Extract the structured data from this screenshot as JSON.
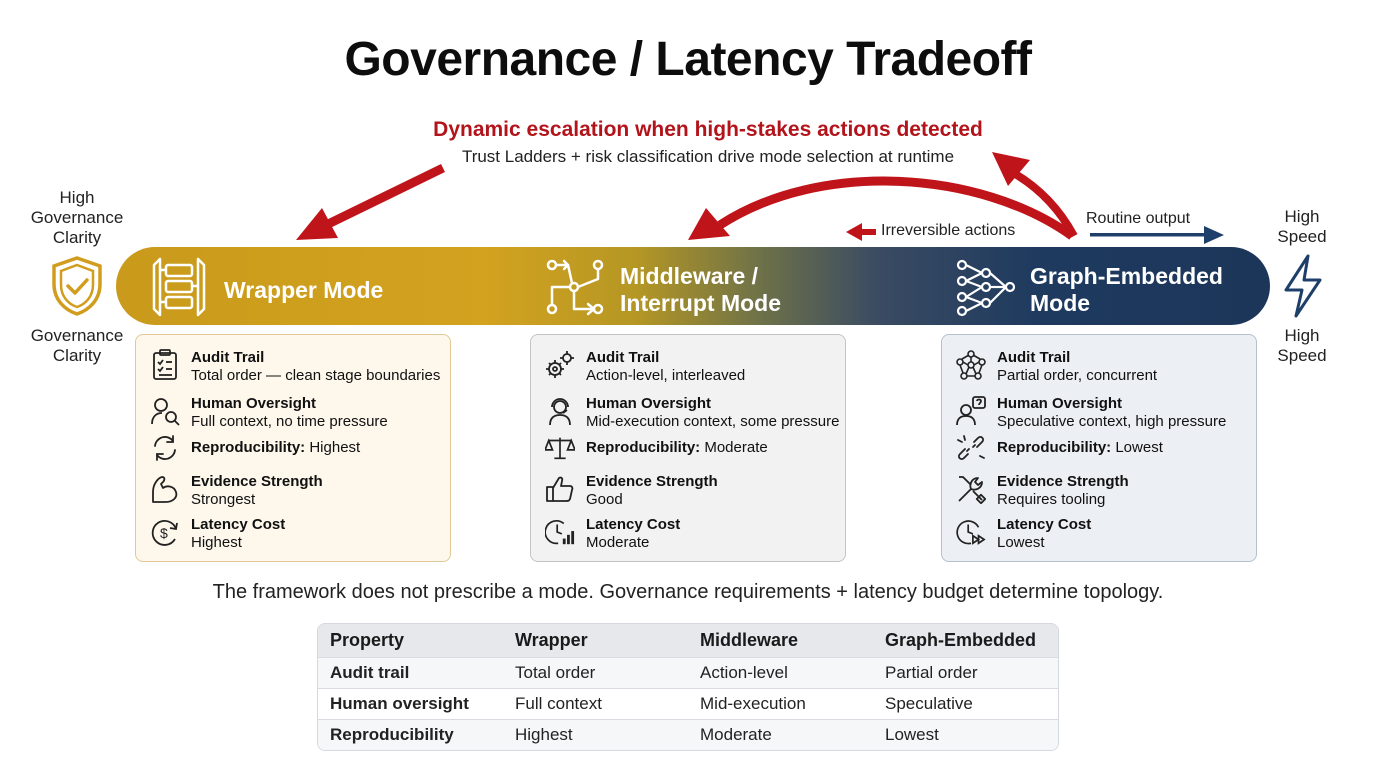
{
  "title": "Governance / Latency Tradeoff",
  "escalation": {
    "title": "Dynamic escalation when high-stakes actions detected",
    "subtitle": "Trust Ladders + risk classification drive mode selection at runtime"
  },
  "left_axis": {
    "top_label": "High Governance Clarity",
    "bottom_label": "Governance Clarity",
    "icon": "shield-check-icon"
  },
  "right_axis": {
    "top_label": "High Speed",
    "bottom_label": "High Speed",
    "icon": "lightning-icon"
  },
  "arrows": {
    "irreversible_label": "Irreversible actions",
    "routine_label": "Routine output",
    "colors": {
      "escalation": "#c0141b",
      "routine": "#1f3f6b"
    }
  },
  "band_colors": {
    "wrapper": "#d3a21f",
    "graph": "#1c3659"
  },
  "modes": [
    {
      "name": "Wrapper Mode",
      "icon": "stacked-stages-icon",
      "card": [
        {
          "label": "Audit Trail",
          "value": "Total order — clean stage boundaries",
          "icon": "checklist-icon"
        },
        {
          "label": "Human Oversight",
          "value": "Full context, no time pressure",
          "icon": "user-search-icon"
        },
        {
          "label": "Reproducibility:",
          "value": "Highest",
          "icon": "refresh-icon"
        },
        {
          "label": "Evidence Strength",
          "value": "Strongest",
          "icon": "flexed-arm-icon"
        },
        {
          "label": "Latency Cost",
          "value": "Highest",
          "icon": "dollar-cycle-icon"
        }
      ]
    },
    {
      "name": "Middleware / Interrupt Mode",
      "name_line1": "Middleware /",
      "name_line2": "Interrupt Mode",
      "icon": "flow-nodes-icon",
      "card": [
        {
          "label": "Audit Trail",
          "value": "Action-level, interleaved",
          "icon": "gears-icon"
        },
        {
          "label": "Human Oversight",
          "value": "Mid-execution context, some pressure",
          "icon": "headset-user-icon"
        },
        {
          "label": "Reproducibility:",
          "value": "Moderate",
          "icon": "scales-icon"
        },
        {
          "label": "Evidence Strength",
          "value": "Good",
          "icon": "thumbs-up-icon"
        },
        {
          "label": "Latency Cost",
          "value": "Moderate",
          "icon": "clock-bars-icon"
        }
      ]
    },
    {
      "name": "Graph-Embedded Mode",
      "name_line1": "Graph-Embedded",
      "name_line2": "Mode",
      "icon": "neural-graph-icon",
      "card": [
        {
          "label": "Audit Trail",
          "value": "Partial order, concurrent",
          "icon": "network-icon"
        },
        {
          "label": "Human Oversight",
          "value": "Speculative context, high pressure",
          "icon": "user-question-icon"
        },
        {
          "label": "Reproducibility:",
          "value": "Lowest",
          "icon": "broken-link-icon"
        },
        {
          "label": "Evidence Strength",
          "value": "Requires tooling",
          "icon": "tools-icon"
        },
        {
          "label": "Latency Cost",
          "value": "Lowest",
          "icon": "clock-fast-icon"
        }
      ]
    }
  ],
  "footnote": "The framework does not prescribe a mode. Governance requirements + latency budget determine topology.",
  "table": {
    "headers": [
      "Property",
      "Wrapper",
      "Middleware",
      "Graph-Embedded"
    ],
    "rows": [
      [
        "Audit trail",
        "Total order",
        "Action-level",
        "Partial order"
      ],
      [
        "Human oversight",
        "Full context",
        "Mid-execution",
        "Speculative"
      ],
      [
        "Reproducibility",
        "Highest",
        "Moderate",
        "Lowest"
      ]
    ]
  }
}
